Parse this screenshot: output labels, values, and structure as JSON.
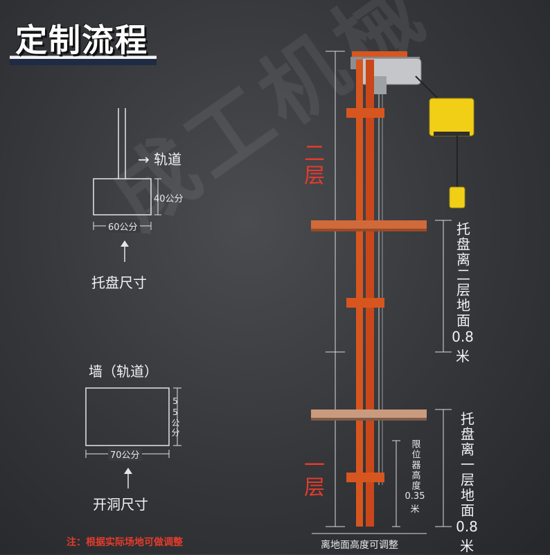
{
  "title": "定制流程",
  "watermark": "成工机械",
  "left": {
    "rail_label": "→ 轨道",
    "tray_height": "40公分",
    "tray_width": "60公分",
    "tray_caption": "托盘尺寸",
    "wall_label": "墙（轨道）",
    "opening_height": "55公分",
    "opening_width": "70公分",
    "opening_caption": "开洞尺寸"
  },
  "right": {
    "floor2": "二层",
    "floor1": "一层",
    "tray_to_floor2": "托盘离二层地面",
    "tray_to_floor2_value": "0.8",
    "tray_to_floor2_unit": "米",
    "tray_to_floor1": "托盘离一层地面",
    "tray_to_floor1_value": "0.8",
    "tray_to_floor1_unit": "米",
    "limiter": "限位器高度",
    "limiter_value": "0.35",
    "limiter_unit": "米",
    "ground_note": "离地面高度可调整"
  },
  "note": "注：根据实际场地可做调整",
  "colors": {
    "rail": "#d7561f",
    "accent_red": "#e53b2c",
    "control_box": "#f2cf17"
  }
}
